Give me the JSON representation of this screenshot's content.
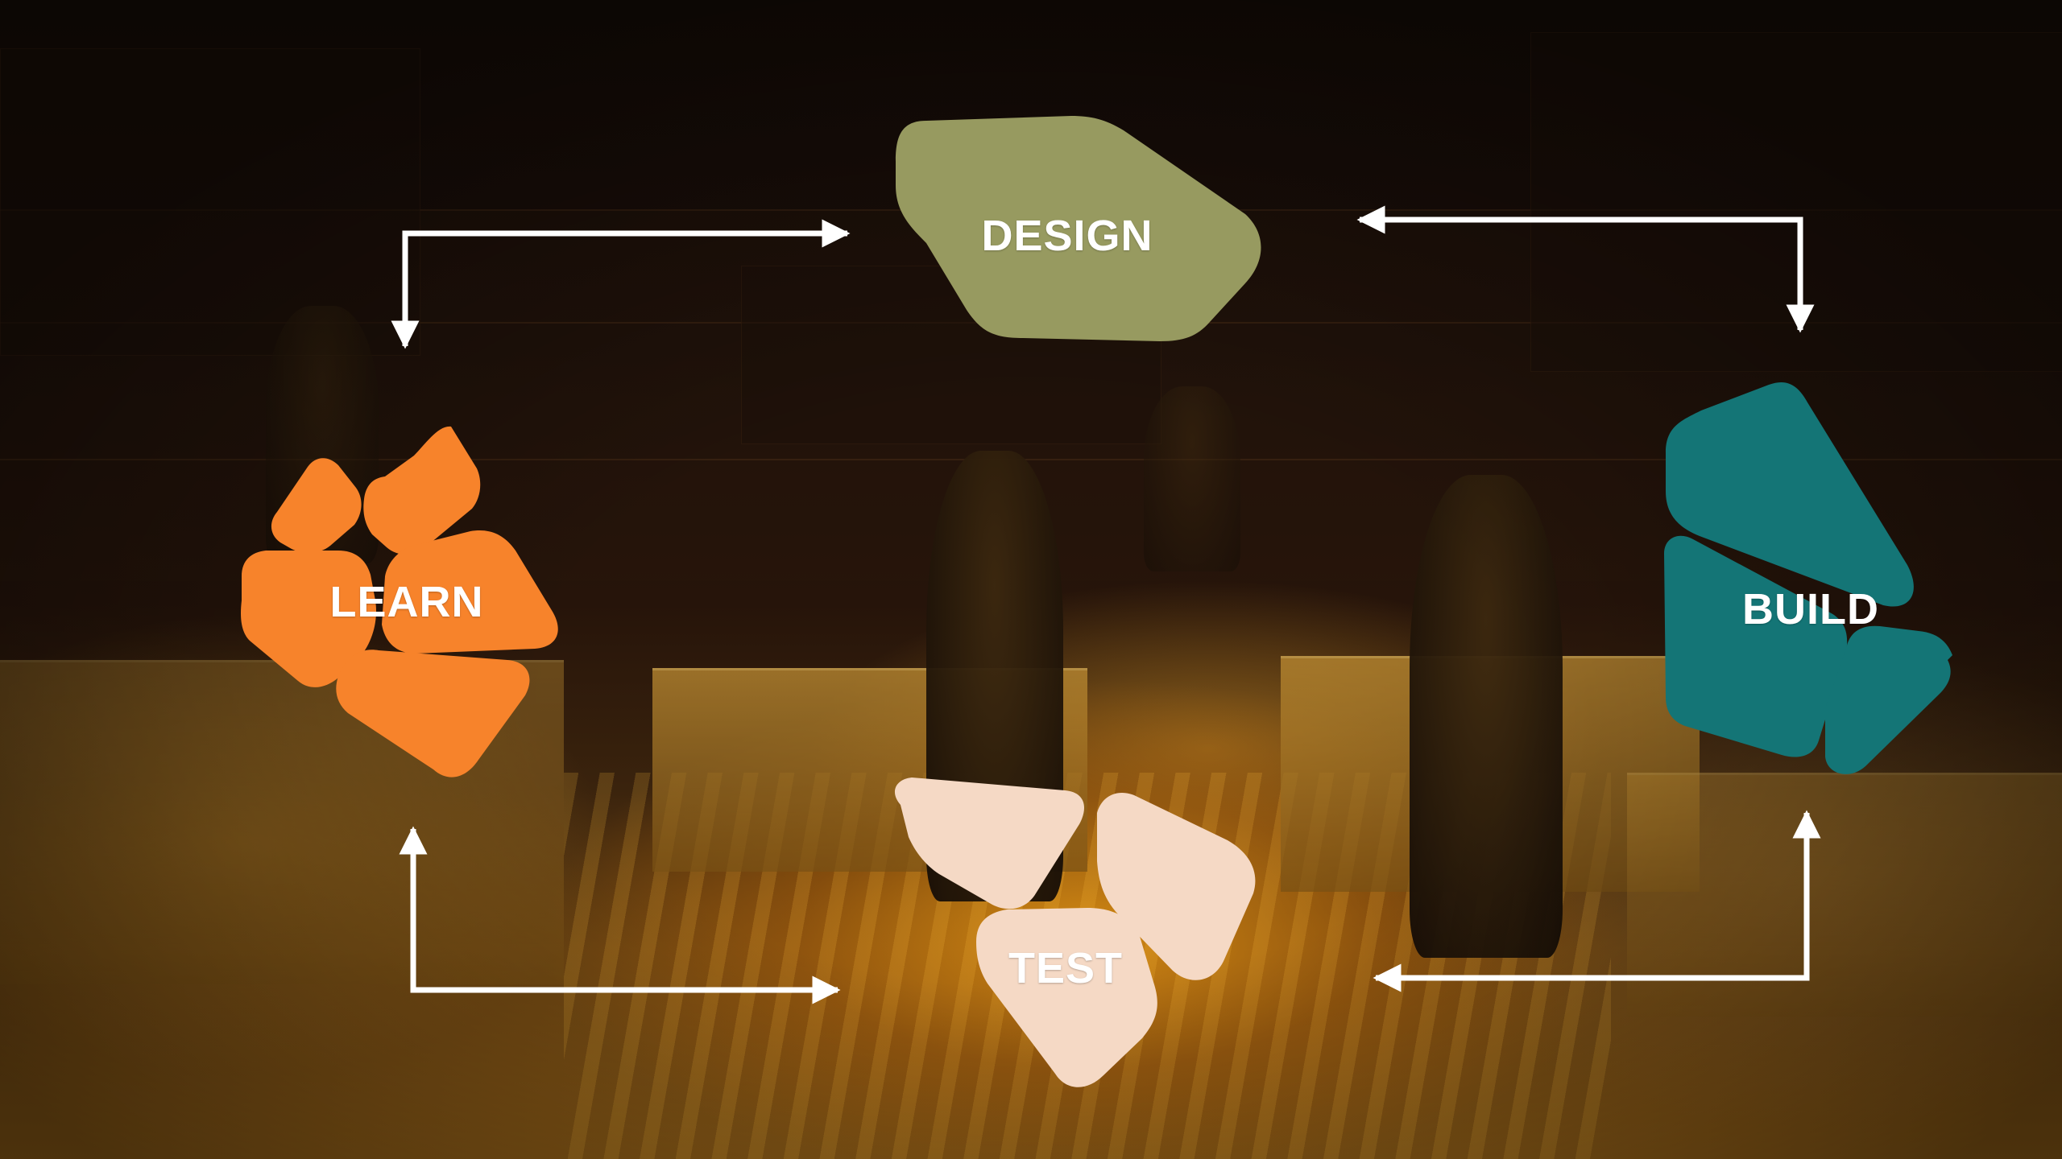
{
  "diagram": {
    "nodes": {
      "design": {
        "label": "DESIGN",
        "color": "#979a60"
      },
      "build": {
        "label": "BUILD",
        "color": "#147576"
      },
      "test": {
        "label": "TEST",
        "color": "#f5d9c5"
      },
      "learn": {
        "label": "LEARN",
        "color": "#f7832b"
      }
    },
    "edges": [
      {
        "from": "design",
        "to": "build"
      },
      {
        "from": "build",
        "to": "test"
      },
      {
        "from": "test",
        "to": "learn"
      },
      {
        "from": "learn",
        "to": "design"
      }
    ],
    "arrow_color": "#ffffff"
  }
}
